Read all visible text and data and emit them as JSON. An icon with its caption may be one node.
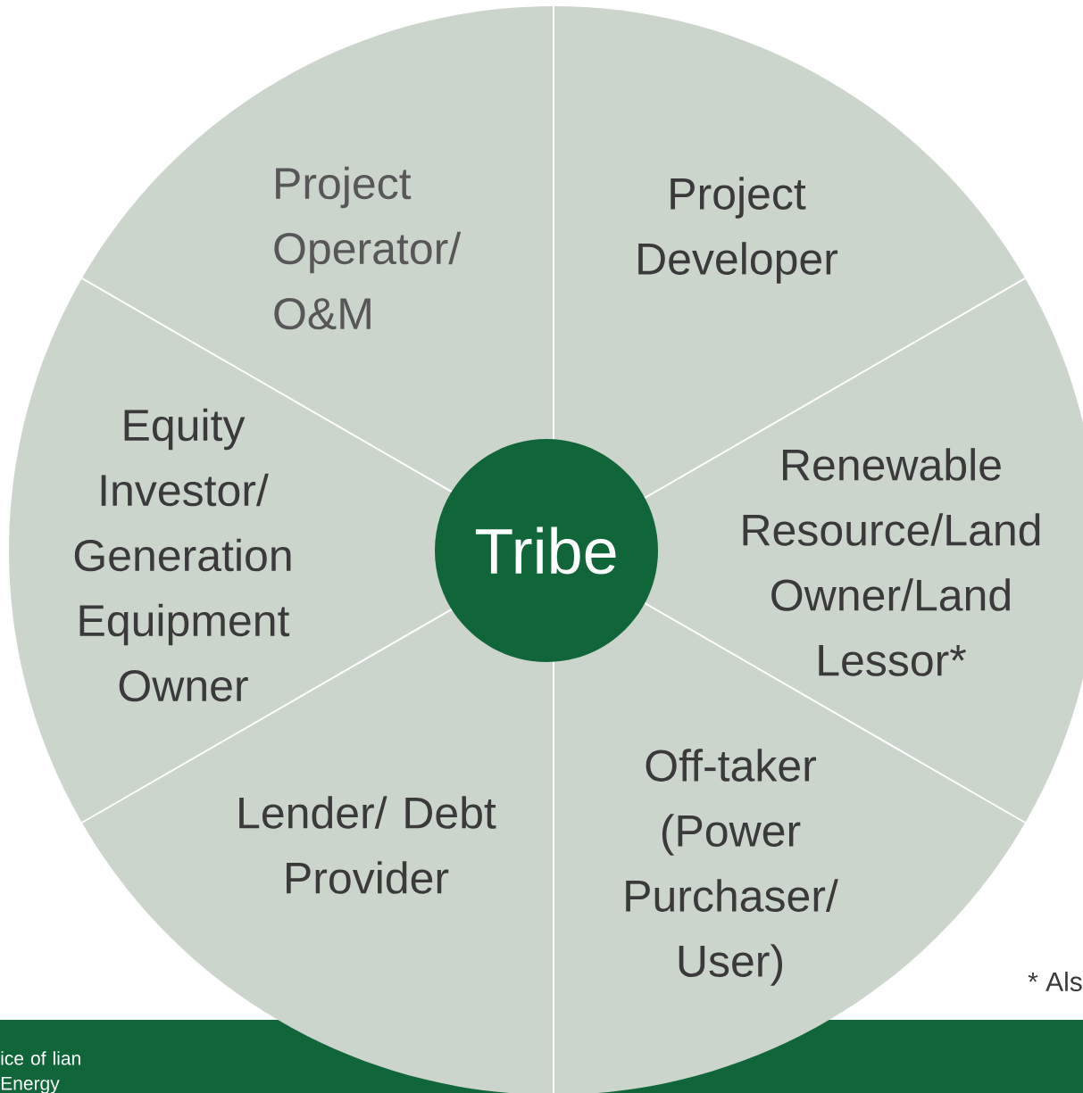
{
  "diagram": {
    "nodes": [
      {
        "text": [
          "Project Operator/ O&M"
        ]
      },
      {
        "text": [
          "Project Developer"
        ]
      },
      {
        "text": [
          "Equity Investor/ Generation Equipment Owner"
        ]
      },
      {
        "text": [
          "Tribe"
        ]
      },
      {
        "text": [
          "Renewable Resource/Land Owner/Land Lessor*"
        ]
      },
      {
        "text": [
          "Lender/ Debt Provider"
        ]
      },
      {
        "text": [
          "Off-taker (Power Purchaser/ User)"
        ]
      }
    ],
    "edges": [],
    "labels": [
      "* Als",
      "ice of lian Energy"
    ]
  }
}
